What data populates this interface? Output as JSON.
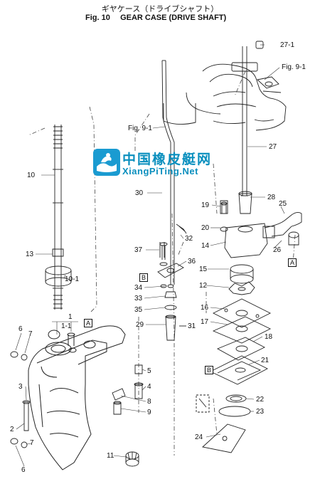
{
  "header": {
    "title_jp": "ギヤケース（ドライブシャフト）",
    "fig_number": "Fig. 10",
    "title_en": "GEAR CASE (DRIVE SHAFT)"
  },
  "watermark": {
    "chinese": "中国橡皮艇网",
    "url": "XiangPiTing.Net"
  },
  "callouts": [
    {
      "id": "c-27-1",
      "label": "27-1"
    },
    {
      "id": "c-fig91-top",
      "label": "Fig. 9-1"
    },
    {
      "id": "c-fig91-mid",
      "label": "Fig. 9-1"
    },
    {
      "id": "c-27",
      "label": "27"
    },
    {
      "id": "c-10",
      "label": "10"
    },
    {
      "id": "c-30",
      "label": "30"
    },
    {
      "id": "c-28",
      "label": "28"
    },
    {
      "id": "c-19",
      "label": "19"
    },
    {
      "id": "c-25",
      "label": "25"
    },
    {
      "id": "c-20",
      "label": "20"
    },
    {
      "id": "c-32",
      "label": "32"
    },
    {
      "id": "c-14",
      "label": "14"
    },
    {
      "id": "c-26",
      "label": "26"
    },
    {
      "id": "c-13",
      "label": "13"
    },
    {
      "id": "c-37",
      "label": "37"
    },
    {
      "id": "c-36",
      "label": "36"
    },
    {
      "id": "c-10-1",
      "label": "10-1"
    },
    {
      "id": "c-15",
      "label": "15"
    },
    {
      "id": "c-34",
      "label": "34"
    },
    {
      "id": "c-12",
      "label": "12"
    },
    {
      "id": "c-33",
      "label": "33"
    },
    {
      "id": "c-35",
      "label": "35"
    },
    {
      "id": "c-16",
      "label": "16"
    },
    {
      "id": "c-1",
      "label": "1"
    },
    {
      "id": "c-1-1",
      "label": "1-1"
    },
    {
      "id": "c-17",
      "label": "17"
    },
    {
      "id": "c-29",
      "label": "29"
    },
    {
      "id": "c-31",
      "label": "31"
    },
    {
      "id": "c-6-top",
      "label": "6"
    },
    {
      "id": "c-7-top",
      "label": "7"
    },
    {
      "id": "c-18",
      "label": "18"
    },
    {
      "id": "c-21",
      "label": "21"
    },
    {
      "id": "c-5",
      "label": "5"
    },
    {
      "id": "c-3",
      "label": "3"
    },
    {
      "id": "c-4",
      "label": "4"
    },
    {
      "id": "c-22",
      "label": "22"
    },
    {
      "id": "c-8",
      "label": "8"
    },
    {
      "id": "c-23",
      "label": "23"
    },
    {
      "id": "c-9",
      "label": "9"
    },
    {
      "id": "c-2",
      "label": "2"
    },
    {
      "id": "c-24",
      "label": "24"
    },
    {
      "id": "c-7-bot",
      "label": "7"
    },
    {
      "id": "c-11",
      "label": "11"
    },
    {
      "id": "c-6-bot",
      "label": "6"
    }
  ],
  "ref_markers": [
    {
      "id": "m-a-1",
      "label": "A"
    },
    {
      "id": "m-a-2",
      "label": "A"
    },
    {
      "id": "m-b-1",
      "label": "B"
    },
    {
      "id": "m-b-2",
      "label": "B"
    }
  ]
}
